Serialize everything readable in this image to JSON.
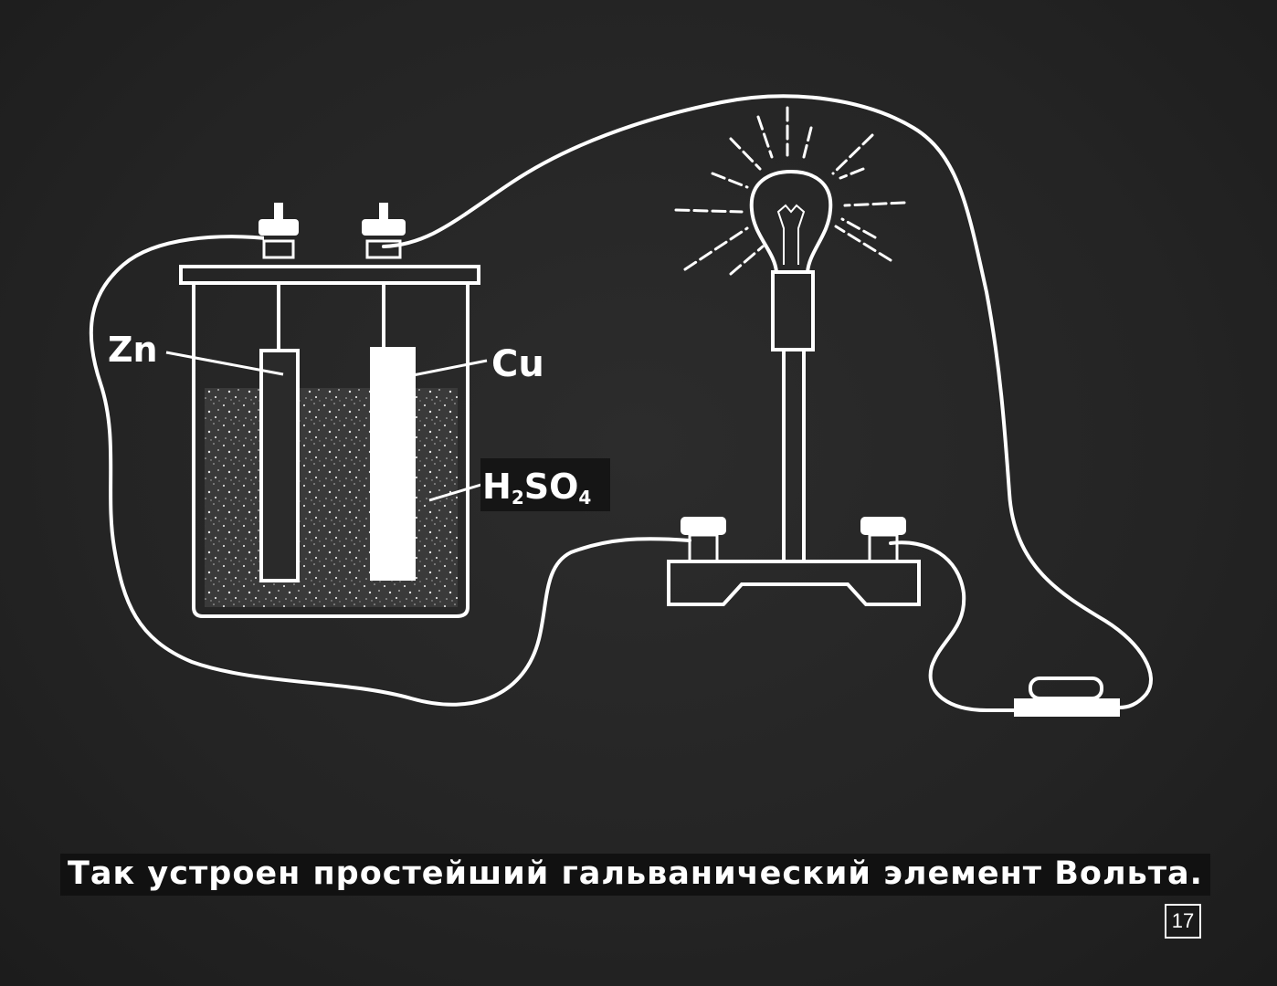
{
  "labels": {
    "zinc": "Zn",
    "copper": "Cu",
    "acid_h": "H",
    "acid_h_sub": "2",
    "acid_so": "SO",
    "acid_so_sub": "4"
  },
  "caption": "Так устроен простейший гальванический элемент Вольта.",
  "frame_number": "17",
  "colors": {
    "background": "#262626",
    "line": "#ffffff"
  }
}
